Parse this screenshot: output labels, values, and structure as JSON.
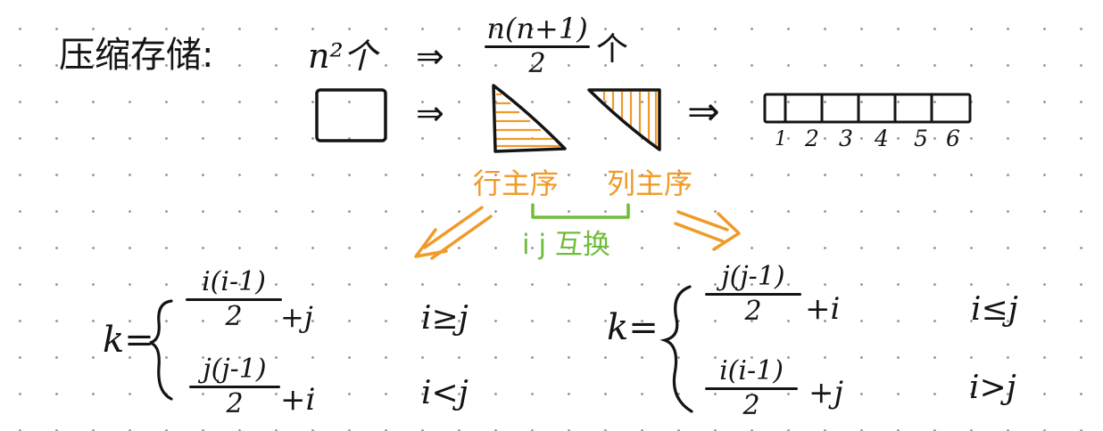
{
  "title": "压缩存储:",
  "top_line": {
    "count_full": "n²个",
    "arrow": "⇒",
    "count_compressed": {
      "numerator": "n(n+1)",
      "denominator": "2",
      "unit": "个"
    }
  },
  "shapes_row": {
    "arrow_1": "⇒",
    "arrow_2": "⇒",
    "array_indices": [
      "1",
      "2",
      "3",
      "4",
      "5",
      "6"
    ]
  },
  "labels": {
    "row_major": "行主序",
    "col_major": "列主序",
    "swap": "i j 互换"
  },
  "formula_left": {
    "lhs": "k=",
    "case1": {
      "numerator": "i(i-1)",
      "denominator": "2",
      "term": "+j",
      "condition": "i≥j"
    },
    "case2": {
      "numerator": "j(j-1)",
      "denominator": "2",
      "term": "+i",
      "condition": "i<j"
    }
  },
  "formula_right": {
    "lhs": "k=",
    "case1": {
      "numerator": "j(j-1)",
      "denominator": "2",
      "term": "+i",
      "condition": "i≤j"
    },
    "case2": {
      "numerator": "i(i-1)",
      "denominator": "2",
      "term": "+j",
      "condition": "i>j"
    }
  },
  "colors": {
    "ink": "#141414",
    "orange": "#f09a28",
    "green": "#6fbe3a"
  }
}
